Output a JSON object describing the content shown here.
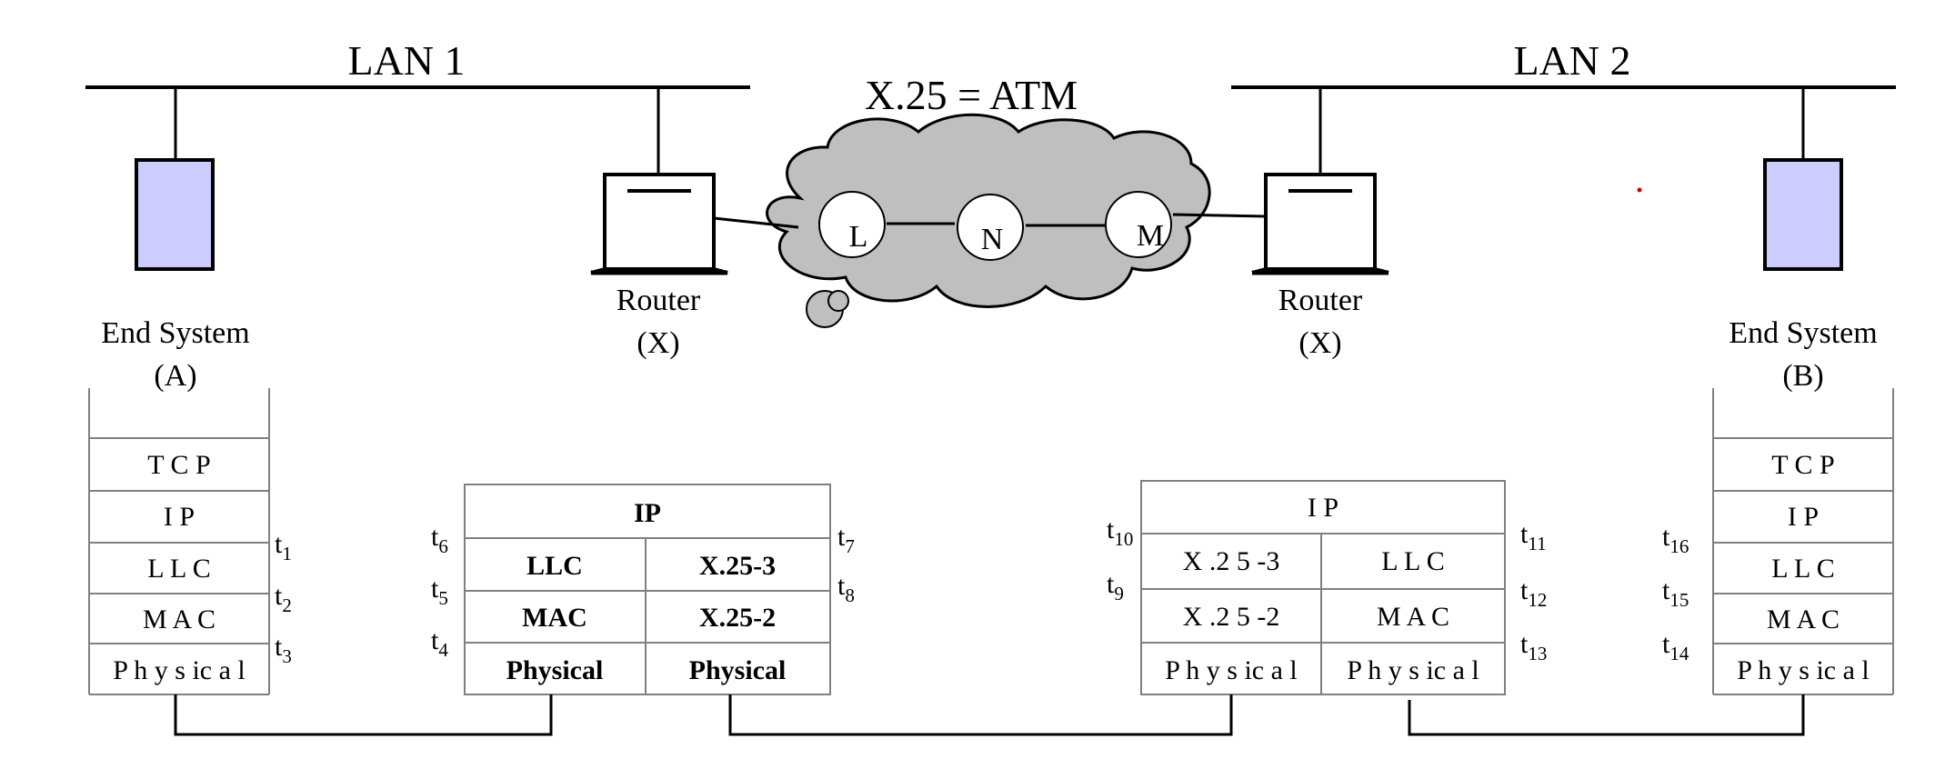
{
  "lan1": "LAN 1",
  "lan2": "LAN 2",
  "cloud_label": "X.25 = ATM",
  "nodes": {
    "l": "L",
    "n": "N",
    "m": "M"
  },
  "router_left": {
    "line1": "Router",
    "line2": "(X)"
  },
  "router_right": {
    "line1": "Router",
    "line2": "(X)"
  },
  "end_system_a": {
    "line1": "End System",
    "line2": "(A)"
  },
  "end_system_b": {
    "line1": "End System",
    "line2": "(B)"
  },
  "stack_a": [
    "T C P",
    "I P",
    "L L C",
    "M A C",
    "P h y s ic a l"
  ],
  "stack_b": [
    "T C P",
    "I P",
    "L L C",
    "M A C",
    "P h y s ic a l"
  ],
  "router_stack_left": {
    "top": "IP",
    "left": [
      "LLC",
      "MAC",
      "Physical"
    ],
    "right": [
      "X.25-3",
      "X.25-2",
      "Physical"
    ]
  },
  "router_stack_right": {
    "top": "I P",
    "left": [
      "X .2 5 -3",
      "X .2 5 -2",
      "P h y s ic a l"
    ],
    "right": [
      "L L C",
      "M A C",
      "P h y s ic a l"
    ]
  },
  "times": {
    "t1": {
      "base": "t",
      "sub": "1"
    },
    "t2": {
      "base": "t",
      "sub": "2"
    },
    "t3": {
      "base": "t",
      "sub": "3"
    },
    "t4": {
      "base": "t",
      "sub": "4"
    },
    "t5": {
      "base": "t",
      "sub": "5"
    },
    "t6": {
      "base": "t",
      "sub": "6"
    },
    "t7": {
      "base": "t",
      "sub": "7"
    },
    "t8": {
      "base": "t",
      "sub": "8"
    },
    "t9": {
      "base": "t",
      "sub": "9"
    },
    "t10": {
      "base": "t",
      "sub": "10"
    },
    "t11": {
      "base": "t",
      "sub": "11"
    },
    "t12": {
      "base": "t",
      "sub": "12"
    },
    "t13": {
      "base": "t",
      "sub": "13"
    },
    "t14": {
      "base": "t",
      "sub": "14"
    },
    "t15": {
      "base": "t",
      "sub": "15"
    },
    "t16": {
      "base": "t",
      "sub": "16"
    }
  },
  "colors": {
    "end_system_fill": "#ccccff",
    "cloud_fill": "#bfbfbf",
    "line": "#000000"
  }
}
